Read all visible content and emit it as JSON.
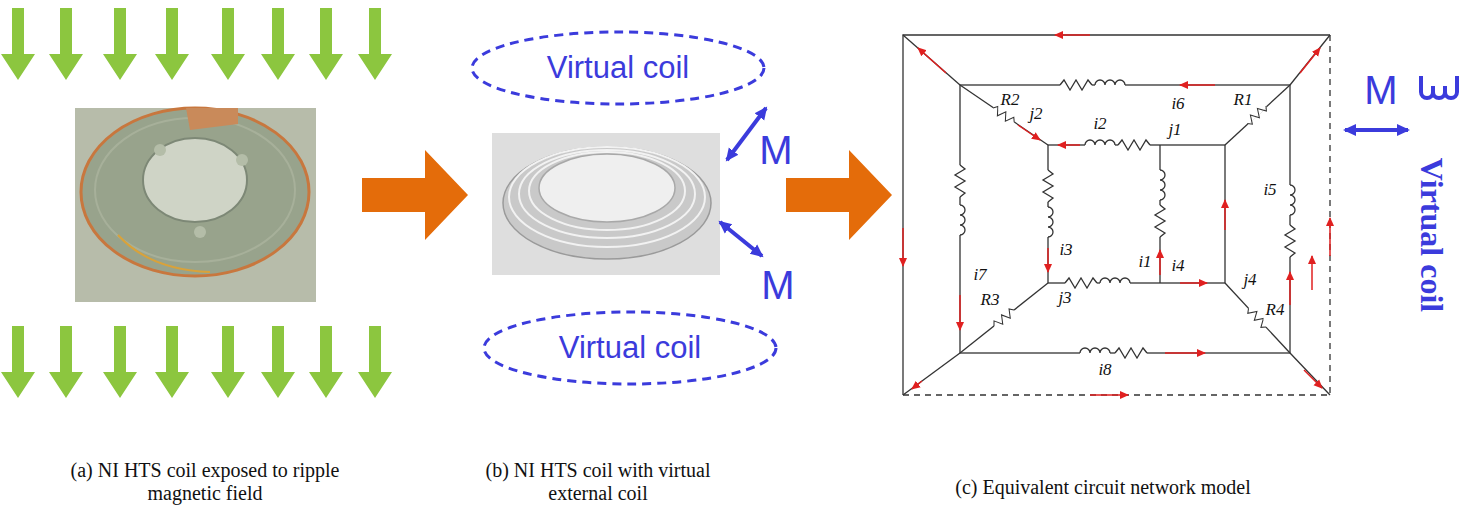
{
  "diagram": {
    "nodes": [
      {
        "text": [
          "Virtual coil"
        ]
      },
      {
        "text": [
          "Virtual coil"
        ]
      }
    ],
    "labels": [
      "M",
      "M",
      "M",
      "R1",
      "R2",
      "R3",
      "R4",
      "j1",
      "j2",
      "j3",
      "j4",
      "i1",
      "i2",
      "i3",
      "i4",
      "i5",
      "i6",
      "i7",
      "i8",
      "Virtual coil",
      "(a) NI HTS coil exposed to ripple magnetic field",
      "(b) NI HTS coil with virtual external coil",
      "(c) Equivalent circuit network model"
    ]
  }
}
